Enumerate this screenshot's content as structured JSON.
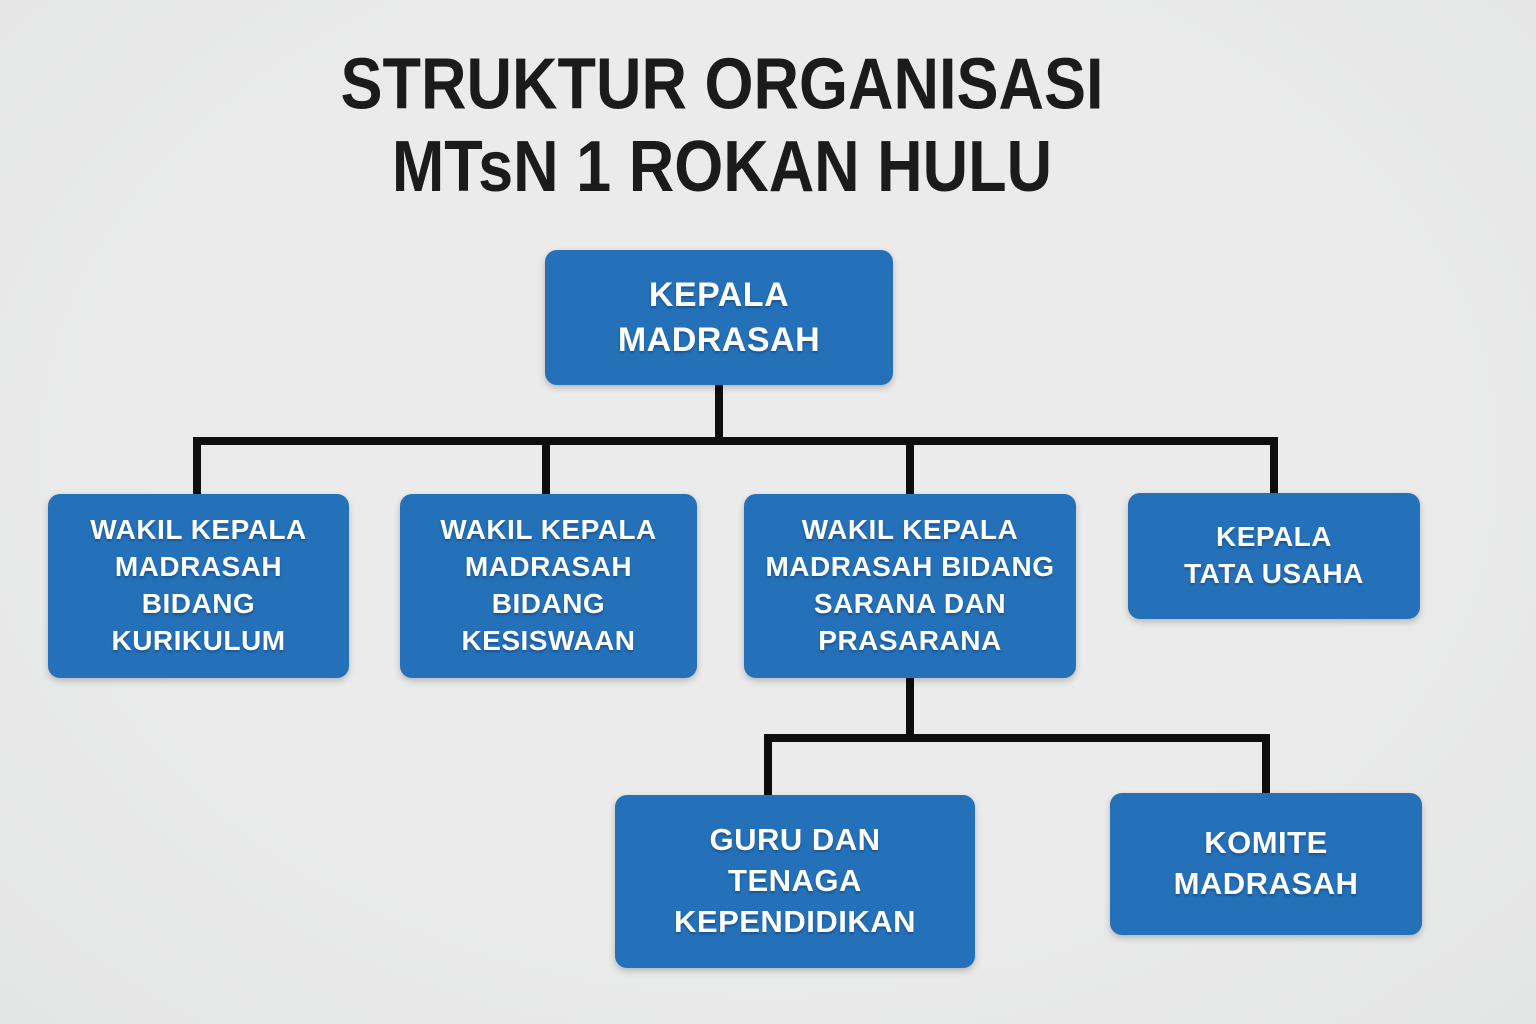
{
  "title": {
    "line1": "STRUKTUR ORGANISASI",
    "line2": "MTsN 1 ROKAN HULU"
  },
  "colors": {
    "background": "#ebebeb",
    "title_text": "#1b1b1b",
    "box_fill": "#2471b9",
    "box_text": "#ffffff",
    "connector": "#0e0e0e"
  },
  "org_chart": {
    "type": "org-chart",
    "nodes": [
      {
        "id": "kepala-madrasah",
        "label": "KEPALA MADRASAH",
        "lines": [
          "KEPALA",
          "MADRASAH"
        ],
        "parent": null
      },
      {
        "id": "wakil-kepala-madrasah-bidang-kurikulum",
        "label": "WAKIL KEPALA MADRASAH BIDANG KURIKULUM",
        "lines": [
          "WAKIL KEPALA",
          "MADRASAH",
          "BIDANG",
          "KURIKULUM"
        ],
        "parent": "kepala-madrasah"
      },
      {
        "id": "wakil-kepala-madrasah-bidang-kesiswaan",
        "label": "WAKIL KEPALA MADRASAH BIDANG KESISWAAN",
        "lines": [
          "WAKIL KEPALA",
          "MADRASAH",
          "BIDANG",
          "KESISWAAN"
        ],
        "parent": "kepala-madrasah"
      },
      {
        "id": "wakil-kepala-madrasah-bidang-sarana-dan-prasarana",
        "label": "WAKIL KEPALA MADRASAH BIDANG SARANA DAN PRASARANA",
        "lines": [
          "WAKIL KEPALA",
          "MADRASAH BIDANG",
          "SARANA DAN",
          "PRASARANA"
        ],
        "parent": "kepala-madrasah"
      },
      {
        "id": "kepala-tata-usaha",
        "label": "KEPALA TATA USAHA",
        "lines": [
          "KEPALA",
          "TATA USAHA"
        ],
        "parent": "kepala-madrasah"
      },
      {
        "id": "guru-dan-tenaga-kependidikan",
        "label": "GURU DAN TENAGA KEPENDIDIKAN",
        "lines": [
          "GURU DAN",
          "TENAGA",
          "KEPENDIDIKAN"
        ],
        "parent": "wakil-kepala-madrasah-bidang-sarana-dan-prasarana"
      },
      {
        "id": "komite-madrasah",
        "label": "KOMITE MADRASAH",
        "lines": [
          "KOMITE",
          "MADRASAH"
        ],
        "parent": "wakil-kepala-madrasah-bidang-sarana-dan-prasarana"
      }
    ]
  }
}
